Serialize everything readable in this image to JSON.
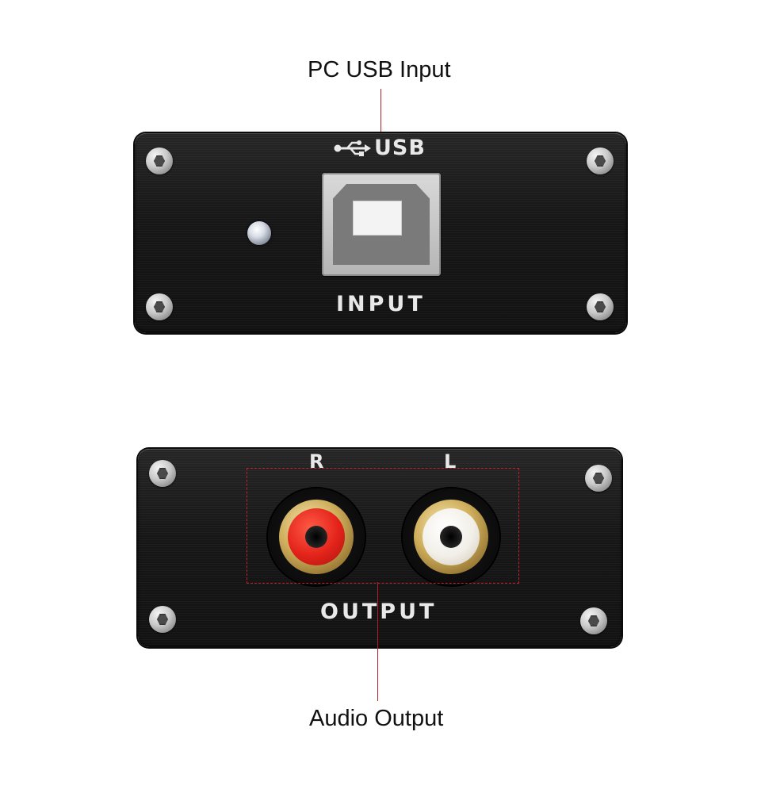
{
  "callouts": {
    "top_label": "PC USB Input",
    "bottom_label": "Audio Output"
  },
  "input_panel": {
    "usb_logo_text": "USB",
    "usb_symbol": "usb-trident-icon",
    "panel_label": "INPUT"
  },
  "output_panel": {
    "right_channel": "R",
    "left_channel": "L",
    "panel_label": "OUTPUT"
  },
  "colors": {
    "leader_line": "#b31d2a",
    "rca_right_insulator": "#e3231b",
    "rca_left_insulator": "#f2efe8",
    "panel": "#181818"
  }
}
